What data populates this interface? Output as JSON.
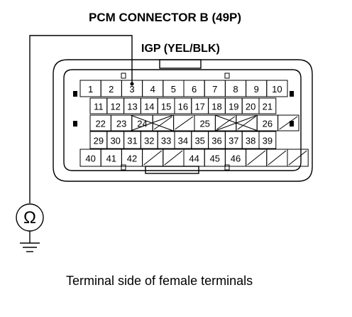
{
  "title": "PCM CONNECTOR B (49P)",
  "signal_label": "IGP (YEL/BLK)",
  "caption": "Terminal side of female terminals",
  "meter_symbol": "Ω",
  "connector": {
    "rows": [
      [
        "1",
        "2",
        "3",
        "4",
        "5",
        "6",
        "7",
        "8",
        "9",
        "10"
      ],
      [
        "11",
        "12",
        "13",
        "14",
        "15",
        "16",
        "17",
        "18",
        "19",
        "20",
        "21"
      ],
      [
        "22",
        "23",
        "24",
        "",
        "",
        "25",
        "",
        "",
        "26",
        ""
      ],
      [
        "29",
        "30",
        "31",
        "32",
        "33",
        "34",
        "35",
        "36",
        "37",
        "38",
        "39"
      ],
      [
        "40",
        "41",
        "42",
        "",
        "",
        "44",
        "45",
        "46",
        "",
        "",
        ""
      ]
    ],
    "probed_terminal": "3"
  }
}
